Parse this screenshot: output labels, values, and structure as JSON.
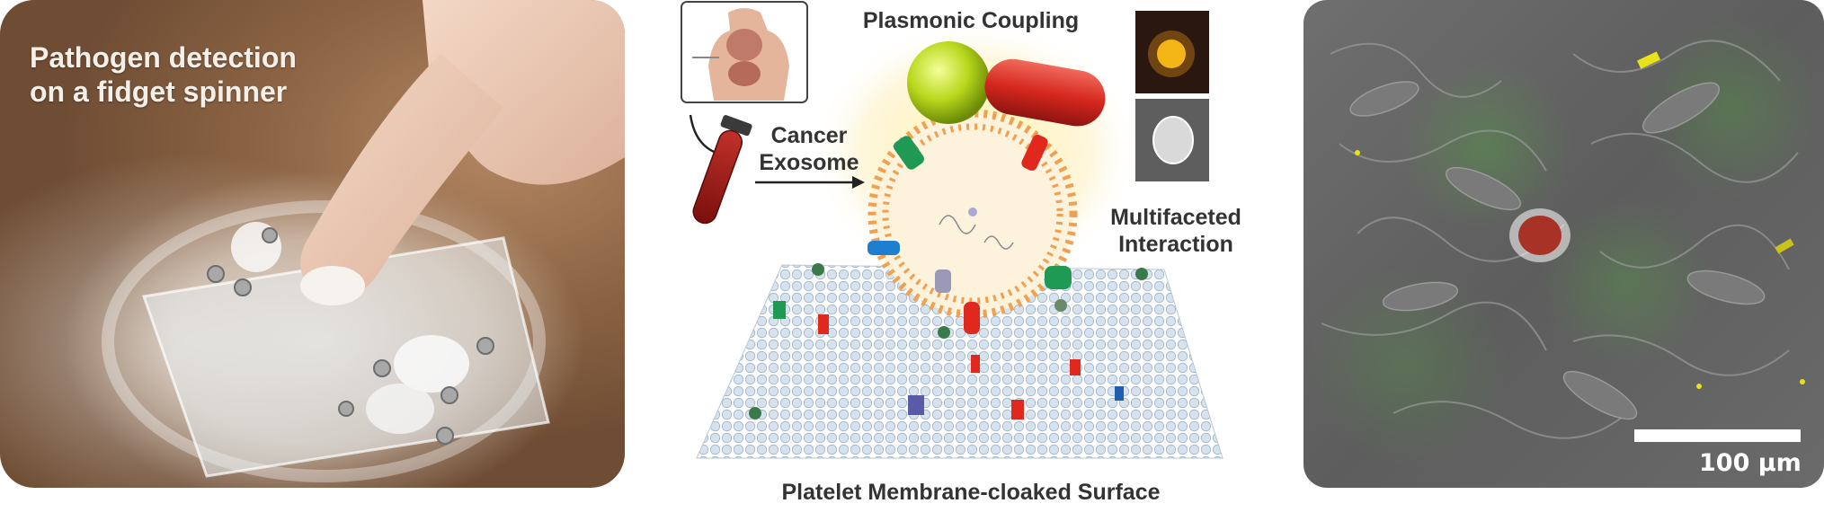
{
  "panel_left": {
    "caption_line1": "Pathogen detection",
    "caption_line2": "on a fidget spinner"
  },
  "panel_middle": {
    "title_plasmonic": "Plasmonic Coupling",
    "label_cancer_line1": "Cancer",
    "label_cancer_line2": "Exosome",
    "label_multi_line1": "Multifaceted",
    "label_multi_line2": "Interaction",
    "bottom_label": "Platelet Membrane-cloaked Surface"
  },
  "panel_right": {
    "scale_label": "100 µm"
  },
  "colors": {
    "nanosphere": "#b9d81c",
    "nanorod": "#d6281e",
    "lipid": "#f0a050",
    "protein_green": "#1f9a55",
    "protein_red": "#e0281e",
    "protein_blue": "#1e7fd0"
  }
}
